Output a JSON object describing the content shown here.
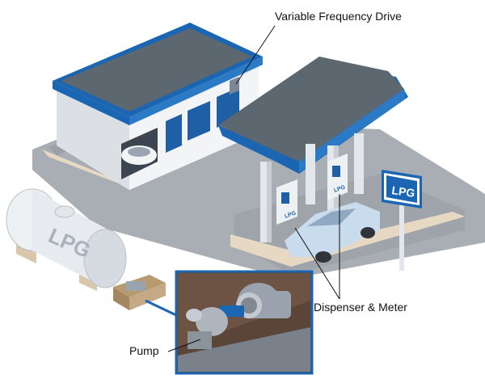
{
  "labels": {
    "vfd": "Variable Frequency Drive",
    "dispenser": "Dispenser & Meter",
    "pump": "Pump"
  },
  "signage": {
    "tank_text": "LPG",
    "sign_text": "LPG",
    "dispenser_text": "LPG"
  },
  "colors": {
    "brand_blue": "#1a66b3",
    "roof_gray": "#5d6770",
    "ground_gray": "#a8aeb3",
    "sidewalk": "#e6d8c2",
    "car_blue": "#c9dced"
  }
}
